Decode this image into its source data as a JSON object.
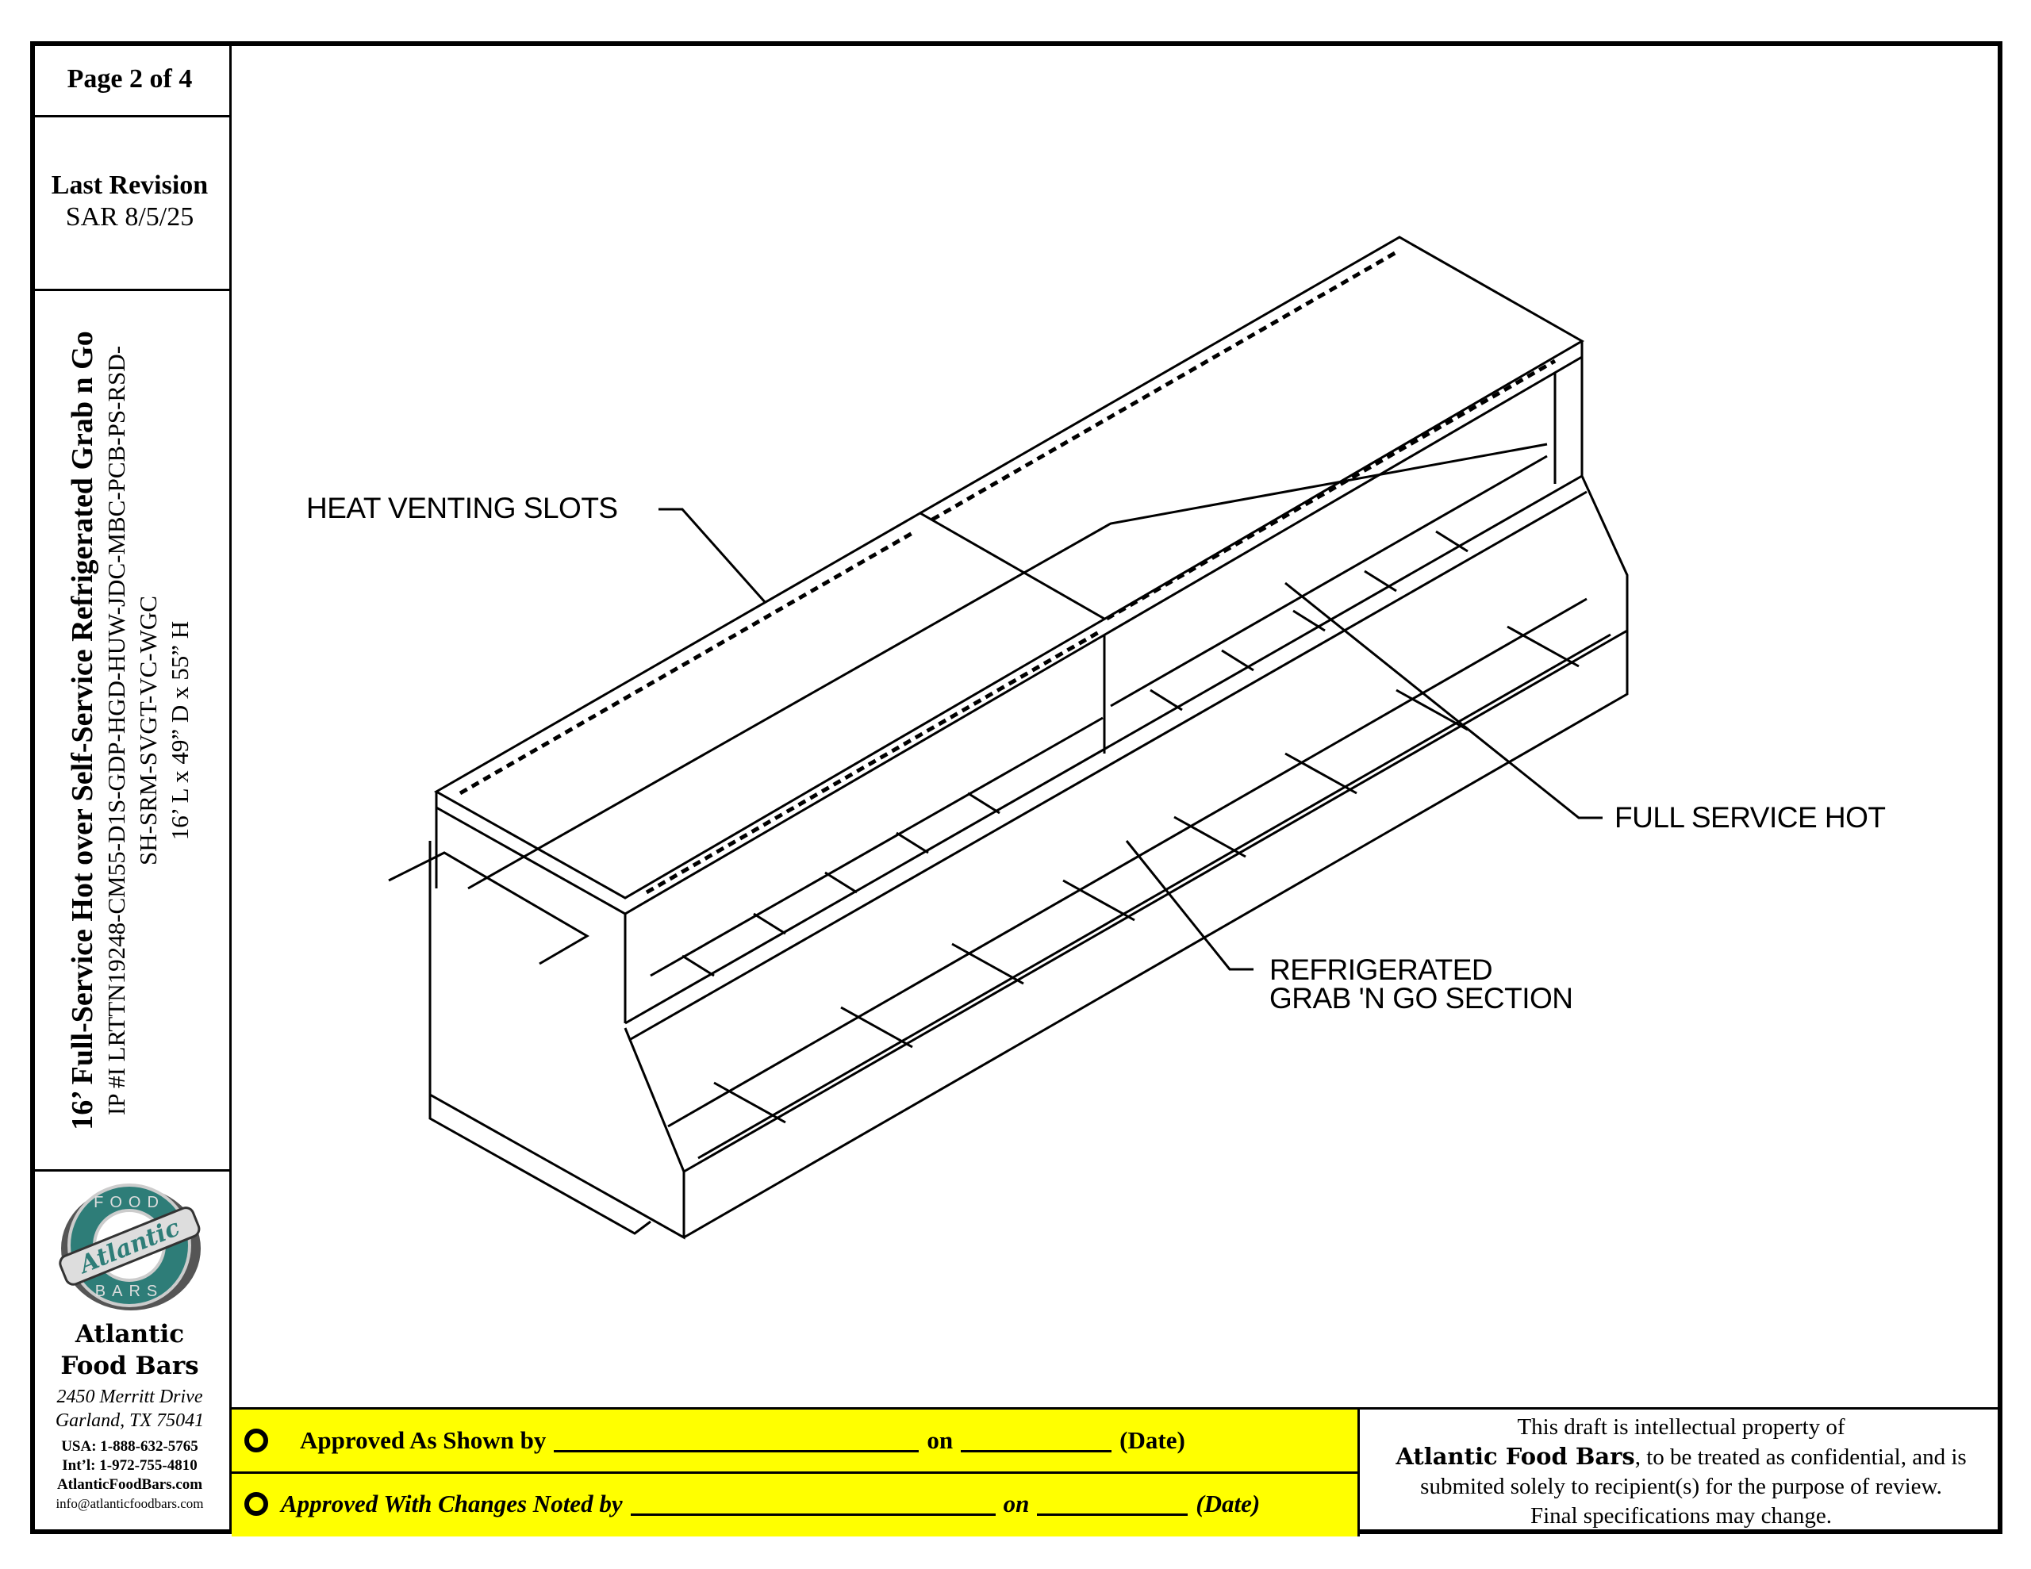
{
  "sidebar": {
    "page": "Page 2 of 4",
    "revision_label": "Last Revision",
    "revision_value": "SAR 8/5/25",
    "title": "16’   Full-Service Hot over Self-Service Refrigerated Grab n Go",
    "model_line1": "IP #I LRTTN19248-CM55-D1S-GDP-HGD-HUW-JDC-MBC-PCB-PS-RSD-",
    "model_line2": "SH-SRM-SVGT-VC-WGC",
    "dimensions": "16’  L x 49”   D x 55”  H",
    "logo_text": {
      "top": "FOOD",
      "middle": "Atlantic",
      "bottom": "BARS"
    },
    "company_line1": "Atlantic",
    "company_line2": "Food Bars",
    "address1": "2450 Merritt Drive",
    "address2": "Garland, TX 75041",
    "phone_usa": "USA: 1-888-632-5765",
    "phone_intl": "Int’l: 1-972-755-4810",
    "website": "AtlanticFoodBars.com",
    "email": "info@atlanticfoodbars.com"
  },
  "drawing": {
    "label_vents": "HEAT VENTING SLOTS",
    "label_hot": "FULL SERVICE HOT",
    "label_refrig1": "REFRIGERATED",
    "label_refrig2": "GRAB 'N GO SECTION"
  },
  "approval": {
    "row1_label": "Approved As Shown by",
    "row2_label": "Approved With Changes Noted by",
    "on": "on",
    "date": "(Date)"
  },
  "notice": {
    "line1": "This draft is intellectual property of",
    "company": "Atlantic Food Bars",
    "line2_rest": ", to be treated as confidential, and is",
    "line3": "submited solely to recipient(s) for the purpose of review.",
    "line4": "Final specifications may change."
  },
  "colors": {
    "approval_bg": "#ffff00",
    "logo_teal": "#2e7d78"
  }
}
